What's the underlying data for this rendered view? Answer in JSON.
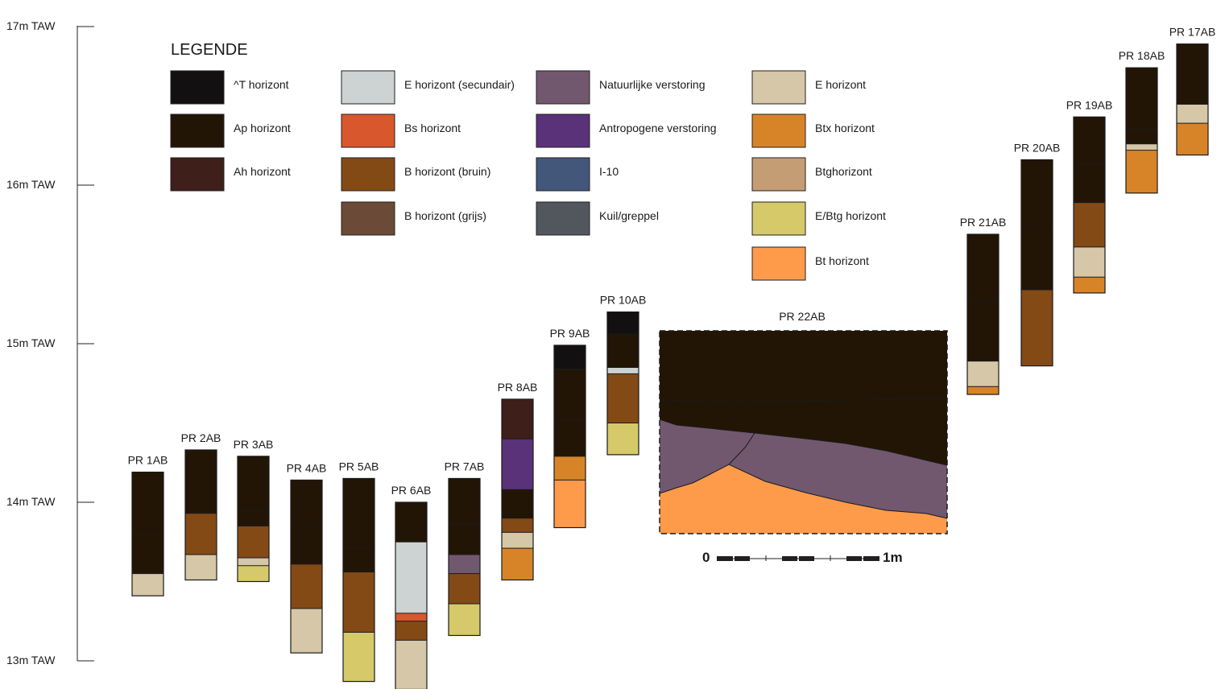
{
  "colors": {
    "T": "#131011",
    "Ap": "#231506",
    "Ah": "#3e1f1a",
    "Esec": "#cdd3d3",
    "Bs": "#d9572d",
    "Bbruin": "#844a16",
    "Bgrijs": "#6b4b37",
    "Nat": "#71586f",
    "Antro": "#59327a",
    "I10": "#43577a",
    "Kuil": "#51575c",
    "E": "#d5c7a7",
    "Btx": "#d78428",
    "Btg": "#c59d74",
    "EBtg": "#d6c96a",
    "Bt": "#fe9b4b"
  },
  "axis": {
    "ticks": [
      {
        "value": 17,
        "label": "17m TAW"
      },
      {
        "value": 16,
        "label": "16m TAW"
      },
      {
        "value": 15,
        "label": "15m TAW"
      },
      {
        "value": 14,
        "label": "14m TAW"
      },
      {
        "value": 13,
        "label": "13m TAW"
      }
    ]
  },
  "legend": {
    "title": "LEGENDE",
    "items": [
      {
        "key": "T",
        "label": "^T horizont"
      },
      {
        "key": "Ap",
        "label": "Ap horizont"
      },
      {
        "key": "Ah",
        "label": "Ah horizont"
      },
      {
        "key": "Esec",
        "label": "E horizont (secundair)"
      },
      {
        "key": "Bs",
        "label": "Bs horizont"
      },
      {
        "key": "Bbruin",
        "label": "B horizont (bruin)"
      },
      {
        "key": "Bgrijs",
        "label": "B horizont (grijs)"
      },
      {
        "key": "Nat",
        "label": "Natuurlijke verstoring"
      },
      {
        "key": "Antro",
        "label": "Antropogene verstoring"
      },
      {
        "key": "I10",
        "label": "I-10"
      },
      {
        "key": "Kuil",
        "label": "Kuil/greppel"
      },
      {
        "key": "E",
        "label": "E horizont"
      },
      {
        "key": "Btx",
        "label": "Btx horizont"
      },
      {
        "key": "Btg",
        "label": "Btghorizont"
      },
      {
        "key": "EBtg",
        "label": "E/Btg horizont"
      },
      {
        "key": "Bt",
        "label": "Bt horizont"
      }
    ]
  },
  "profiles": [
    {
      "name": "PR 1AB",
      "layers": [
        [
          "Ap",
          14.19,
          13.79
        ],
        [
          "Ap",
          13.79,
          13.55
        ],
        [
          "E",
          13.55,
          13.41
        ]
      ]
    },
    {
      "name": "PR 2AB",
      "layers": [
        [
          "Ap",
          14.33,
          13.93
        ],
        [
          "Bbruin",
          13.93,
          13.67
        ],
        [
          "E",
          13.67,
          13.51
        ]
      ]
    },
    {
      "name": "PR 3AB",
      "layers": [
        [
          "Ap",
          14.29,
          13.95
        ],
        [
          "Ap",
          13.95,
          13.85
        ],
        [
          "Bbruin",
          13.85,
          13.65
        ],
        [
          "E",
          13.65,
          13.6
        ],
        [
          "EBtg",
          13.6,
          13.5
        ]
      ]
    },
    {
      "name": "PR 4AB",
      "layers": [
        [
          "Ap",
          14.14,
          13.85
        ],
        [
          "Ap",
          13.85,
          13.61
        ],
        [
          "Bbruin",
          13.61,
          13.33
        ],
        [
          "E",
          13.33,
          13.05
        ]
      ]
    },
    {
      "name": "PR 5AB",
      "layers": [
        [
          "Ap",
          14.15,
          13.71
        ],
        [
          "Ap",
          13.71,
          13.56
        ],
        [
          "Bbruin",
          13.56,
          13.18
        ],
        [
          "EBtg",
          13.18,
          12.87
        ]
      ]
    },
    {
      "name": "PR 6AB",
      "layers": [
        [
          "Ap",
          14.0,
          13.75
        ],
        [
          "Esec",
          13.75,
          13.3
        ],
        [
          "Bs",
          13.3,
          13.25
        ],
        [
          "Bbruin",
          13.25,
          13.13
        ],
        [
          "E",
          13.13,
          12.82
        ]
      ]
    },
    {
      "name": "PR 7AB",
      "layers": [
        [
          "Ap",
          14.15,
          13.86
        ],
        [
          "Ap",
          13.86,
          13.67
        ],
        [
          "Nat",
          13.67,
          13.55
        ],
        [
          "Bbruin",
          13.55,
          13.36
        ],
        [
          "EBtg",
          13.36,
          13.16
        ]
      ]
    },
    {
      "name": "PR 8AB",
      "layers": [
        [
          "Ah",
          14.65,
          14.4
        ],
        [
          "Antro",
          14.4,
          14.08
        ],
        [
          "Ap",
          14.08,
          13.9
        ],
        [
          "Bbruin",
          13.9,
          13.81
        ],
        [
          "E",
          13.81,
          13.71
        ],
        [
          "Btx",
          13.71,
          13.51
        ]
      ]
    },
    {
      "name": "PR 9AB",
      "layers": [
        [
          "T",
          14.99,
          14.84
        ],
        [
          "Ap",
          14.84,
          14.52
        ],
        [
          "Ap",
          14.52,
          14.29
        ],
        [
          "Btx",
          14.29,
          14.14
        ],
        [
          "Bt",
          14.14,
          13.84
        ]
      ]
    },
    {
      "name": "PR 10AB",
      "layers": [
        [
          "T",
          15.2,
          15.06
        ],
        [
          "Ap",
          15.06,
          14.85
        ],
        [
          "Esec",
          14.85,
          14.81
        ],
        [
          "Bbruin",
          14.81,
          14.5
        ],
        [
          "EBtg",
          14.5,
          14.3
        ]
      ]
    },
    {
      "name": "PR 21AB",
      "layers": [
        [
          "Ap",
          15.69,
          15.27
        ],
        [
          "Ap",
          15.27,
          14.89
        ],
        [
          "E",
          14.89,
          14.73
        ],
        [
          "Btx",
          14.73,
          14.68
        ]
      ]
    },
    {
      "name": "PR 20AB",
      "layers": [
        [
          "Ap",
          16.16,
          15.72
        ],
        [
          "Ap",
          15.72,
          15.34
        ],
        [
          "Bbruin",
          15.34,
          14.86
        ]
      ]
    },
    {
      "name": "PR 19AB",
      "layers": [
        [
          "Ap",
          16.43,
          16.13
        ],
        [
          "Ap",
          16.13,
          15.89
        ],
        [
          "Bbruin",
          15.89,
          15.61
        ],
        [
          "E",
          15.61,
          15.42
        ],
        [
          "Btx",
          15.42,
          15.32
        ]
      ]
    },
    {
      "name": "PR 18AB",
      "layers": [
        [
          "Ap",
          16.74,
          16.35
        ],
        [
          "Ap",
          16.35,
          16.26
        ],
        [
          "E",
          16.26,
          16.22
        ],
        [
          "Btx",
          16.22,
          15.95
        ]
      ]
    },
    {
      "name": "PR 17AB",
      "layers": [
        [
          "Ap",
          16.89,
          16.51
        ],
        [
          "E",
          16.51,
          16.39
        ],
        [
          "Btx",
          16.39,
          16.19
        ]
      ]
    }
  ],
  "section": {
    "name": "PR 22AB",
    "layers": [
      "Ap",
      "Ap",
      "Nat",
      "Bt"
    ]
  },
  "scale_bar": {
    "start_label": "0",
    "end_label": "1m"
  }
}
